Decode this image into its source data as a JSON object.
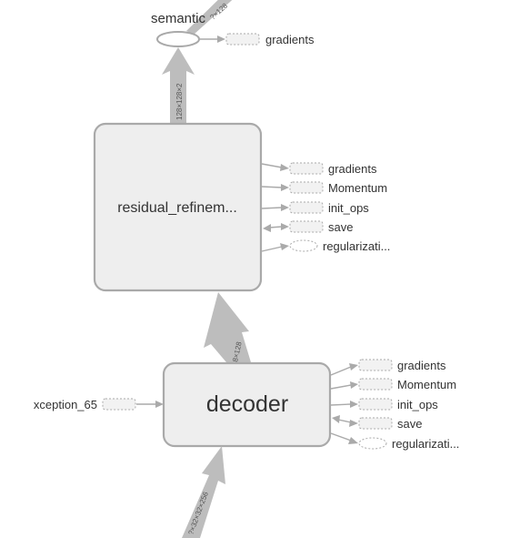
{
  "nodes": {
    "semantic": {
      "label": "semantic",
      "output": "gradients",
      "shape": "ellipse"
    },
    "residual_refinement": {
      "label": "residual_refinem...",
      "outputs": [
        {
          "label": "gradients",
          "shape": "rect",
          "direction": "out"
        },
        {
          "label": "Momentum",
          "shape": "rect",
          "direction": "out"
        },
        {
          "label": "init_ops",
          "shape": "rect",
          "direction": "out"
        },
        {
          "label": "save",
          "shape": "rect",
          "direction": "both"
        },
        {
          "label": "regularizati...",
          "shape": "ellipse",
          "direction": "out"
        }
      ]
    },
    "decoder": {
      "label": "decoder",
      "input": "xception_65",
      "outputs": [
        {
          "label": "gradients",
          "shape": "rect",
          "direction": "out"
        },
        {
          "label": "Momentum",
          "shape": "rect",
          "direction": "out"
        },
        {
          "label": "init_ops",
          "shape": "rect",
          "direction": "out"
        },
        {
          "label": "save",
          "shape": "rect",
          "direction": "both"
        },
        {
          "label": "regularizati...",
          "shape": "ellipse",
          "direction": "out"
        }
      ]
    }
  },
  "edges": {
    "into_decoder": "?×32×32×256",
    "decoder_to_residual": "8×128",
    "residual_to_semantic": "128×128×2",
    "semantic_out": "?×128"
  },
  "colors": {
    "node_fill": "#eeeeee",
    "node_stroke": "#a9a9a9",
    "edge": "#bdbdbd",
    "text": "#333333"
  }
}
